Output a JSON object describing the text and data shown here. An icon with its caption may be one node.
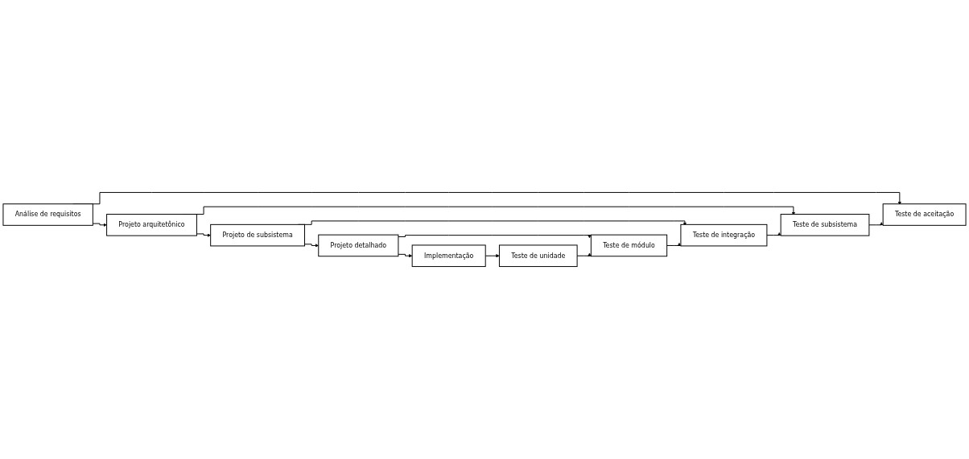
{
  "diagram": {
    "nodes": [
      {
        "text": [
          "Análise de requisitos"
        ]
      },
      {
        "text": [
          "Teste de aceitação"
        ]
      },
      {
        "text": [
          "Projeto arquitetônico"
        ]
      },
      {
        "text": [
          "Teste de subsistema"
        ]
      },
      {
        "text": [
          "Projeto de subsistema"
        ]
      },
      {
        "text": [
          "Teste de integração"
        ]
      },
      {
        "text": [
          "Projeto detalhado"
        ]
      },
      {
        "text": [
          "Teste de módulo"
        ]
      },
      {
        "text": [
          "Implementação"
        ]
      },
      {
        "text": [
          "Teste de unidade"
        ]
      }
    ],
    "edges": [
      {
        "from": 0,
        "to": 1,
        "arrow": "to"
      },
      {
        "from": 0,
        "to": 2,
        "arrow": "to"
      },
      {
        "from": 2,
        "to": 3,
        "arrow": "to"
      },
      {
        "from": 2,
        "to": 4,
        "arrow": "to"
      },
      {
        "from": 4,
        "to": 5,
        "arrow": "to"
      },
      {
        "from": 4,
        "to": 6,
        "arrow": "to"
      },
      {
        "from": 6,
        "to": 7,
        "arrow": "to"
      },
      {
        "from": 6,
        "to": 8,
        "arrow": "to"
      },
      {
        "from": 8,
        "to": 9,
        "arrow": "to"
      },
      {
        "from": 9,
        "to": 7,
        "arrow": "to"
      },
      {
        "from": 7,
        "to": 5,
        "arrow": "to"
      },
      {
        "from": 5,
        "to": 3,
        "arrow": "to"
      },
      {
        "from": 3,
        "to": 1,
        "arrow": "to"
      }
    ]
  }
}
